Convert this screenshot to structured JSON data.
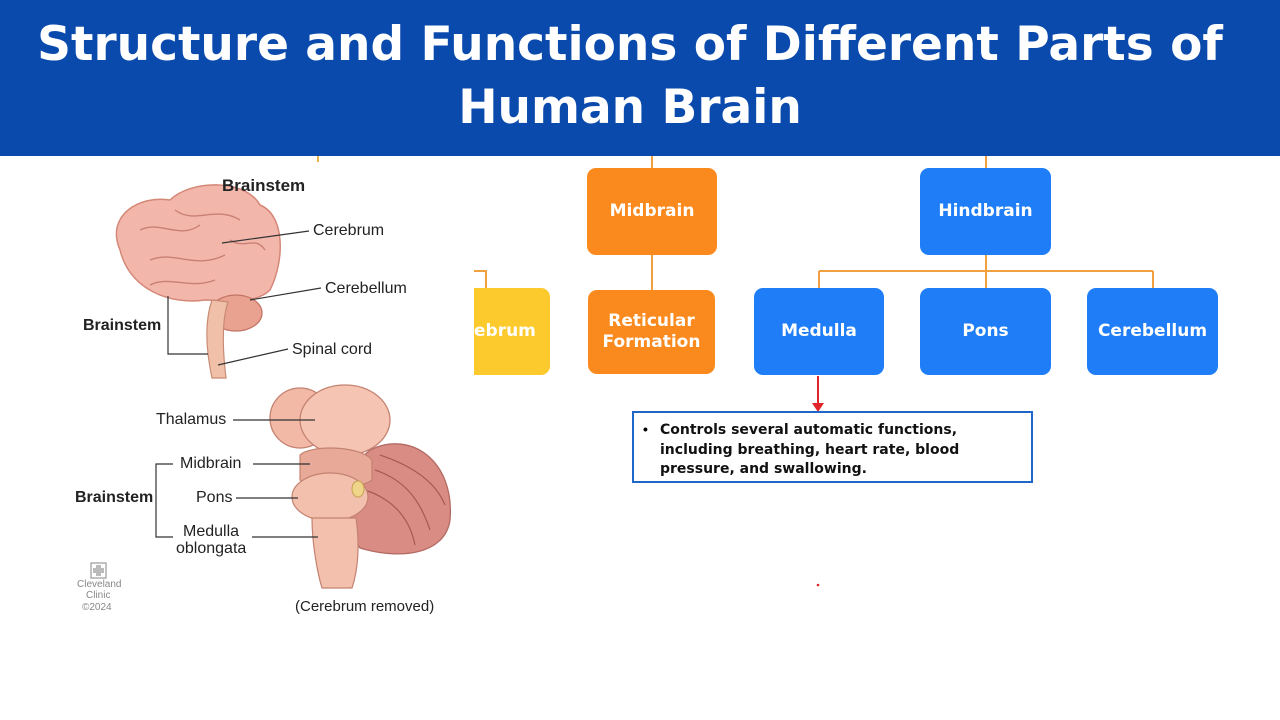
{
  "title": {
    "line1": "Structure and Functions of Different Parts of",
    "line2": "Human Brain"
  },
  "flowchart": {
    "midbrain": "Midbrain",
    "hindbrain": "Hindbrain",
    "cerebrum_partial": "ebrum",
    "reticular_line1": "Reticular",
    "reticular_line2": "Formation",
    "medulla": "Medulla",
    "pons": "Pons",
    "cerebellum": "Cerebellum",
    "note_bullet": "•",
    "note_text": "Controls several automatic functions, including breathing, heart rate, blood pressure, and swallowing."
  },
  "illustration": {
    "top_heading": "Brainstem",
    "cerebrum": "Cerebrum",
    "cerebellum": "Cerebellum",
    "brainstem_left": "Brainstem",
    "spinal_cord": "Spinal cord",
    "thalamus": "Thalamus",
    "midbrain": "Midbrain",
    "brainstem_lower": "Brainstem",
    "pons": "Pons",
    "medulla_line1": "Medulla",
    "medulla_line2": "oblongata",
    "caption": "(Cerebrum removed)",
    "credit_line1": "Cleveland",
    "credit_line2": "Clinic",
    "credit_line3": "©2024"
  },
  "colors": {
    "title_bg": "#0a4aad",
    "orange_node": "#fb8a1e",
    "blue_node": "#1f7ef7",
    "yellow_node": "#fcca2d",
    "connector": "#f0a040",
    "annotation_red": "#e0242a"
  }
}
